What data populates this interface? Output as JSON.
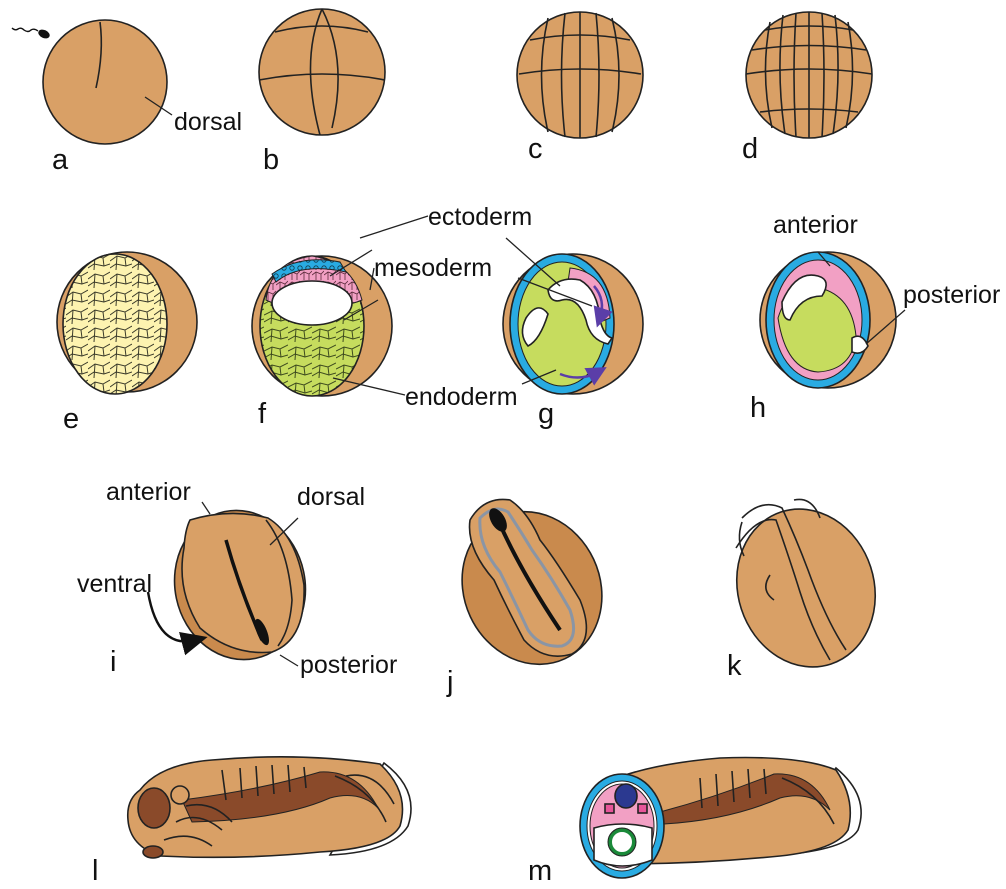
{
  "colors": {
    "embryo": "#d9a066",
    "embryo_dark": "#c98a4d",
    "ectoderm": "#29abe2",
    "mesoderm": "#f2a0c4",
    "endoderm": "#c6dc5e",
    "yolk_cells": "#fdf3b0",
    "groove": "#8a4a2a",
    "outline": "#222222"
  },
  "panels": {
    "a": "a",
    "b": "b",
    "c": "c",
    "d": "d",
    "e": "e",
    "f": "f",
    "g": "g",
    "h": "h",
    "i": "i",
    "j": "j",
    "k": "k",
    "l": "l",
    "m": "m"
  },
  "labels": {
    "a_dorsal": "dorsal",
    "ectoderm": "ectoderm",
    "mesoderm": "mesoderm",
    "endoderm": "endoderm",
    "h_anterior": "anterior",
    "h_posterior": "posterior",
    "i_anterior": "anterior",
    "i_dorsal": "dorsal",
    "i_ventral": "ventral",
    "i_posterior": "posterior"
  },
  "icons": [
    "sperm-icon",
    "curved-arrow-icon"
  ]
}
